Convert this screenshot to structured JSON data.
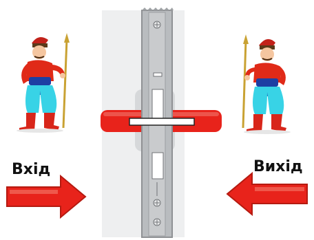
{
  "labels": {
    "entry": "Вхід",
    "exit": "Вихід"
  },
  "figures": {
    "left": {
      "name": "cossack-guard-left"
    },
    "right": {
      "name": "cossack-guard-right"
    }
  },
  "arrows": {
    "left": {
      "direction": "right"
    },
    "right": {
      "direction": "left"
    }
  },
  "colors": {
    "arrow_red": "#e8231b",
    "arrow_outline": "#b51a10",
    "handle_red": "#e8231b",
    "lock_face": "#b9bcbf",
    "lock_shadow": "#8f9194",
    "rosette": "#d6d8da",
    "coat_red": "#e02a18",
    "sash_blue": "#1d3fa3",
    "trousers_cyan": "#38d3e6",
    "boots_red": "#d8261a",
    "skin": "#f5c6a0",
    "spear": "#c9a233"
  }
}
